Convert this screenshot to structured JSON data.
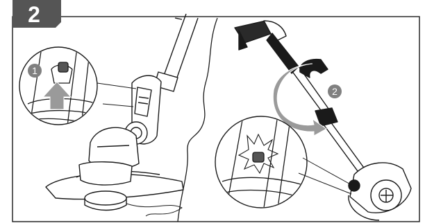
{
  "step": {
    "number": "2"
  },
  "callouts": [
    {
      "label": "1",
      "icon": "arrow-up-icon"
    },
    {
      "label": "2",
      "icon": "rotate-arrow-icon"
    }
  ],
  "colors": {
    "tab": "#555555",
    "callout": "#808080",
    "line": "#1a1a1a",
    "arrow": "#9a9a9a"
  }
}
